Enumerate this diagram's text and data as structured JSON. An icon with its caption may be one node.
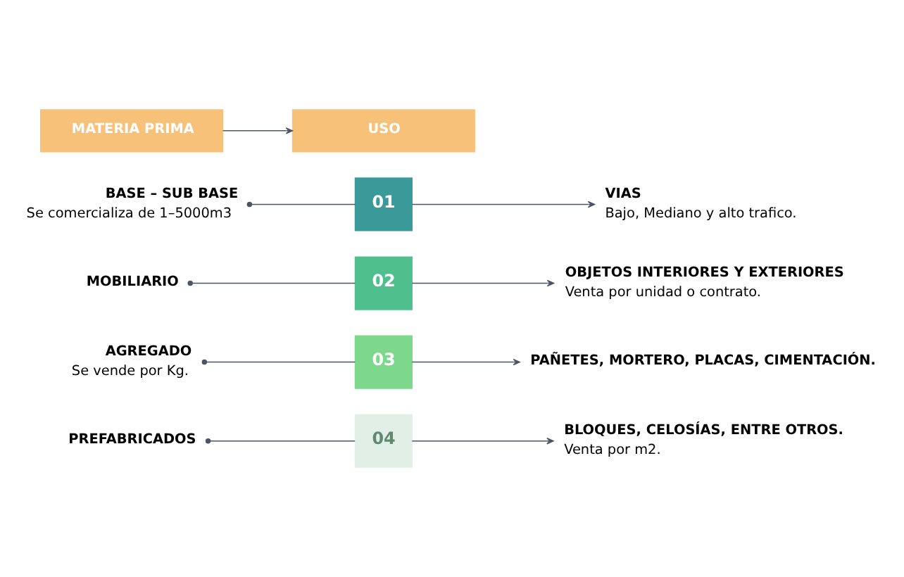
{
  "diagram": {
    "nodes": [
      {
        "text": [
          "MATERIA PRIMA"
        ]
      },
      {
        "text": [
          "USO"
        ]
      },
      {
        "text": [
          "BASE – SUB BASE",
          "Se comercializa de 1–5000m3"
        ]
      },
      {
        "text": [
          "01"
        ]
      },
      {
        "text": [
          "VIAS",
          "Bajo, Mediano y alto trafico."
        ]
      },
      {
        "text": [
          "MOBILIARIO"
        ]
      },
      {
        "text": [
          "02"
        ]
      },
      {
        "text": [
          "OBJETOS INTERIORES Y EXTERIORES",
          "Venta por unidad o contrato."
        ]
      },
      {
        "text": [
          "AGREGADO",
          "Se vende por Kg."
        ]
      },
      {
        "text": [
          "03"
        ]
      },
      {
        "text": [
          "PAÑETES, MORTERO, PLACAS, CIMENTACIÓN."
        ]
      },
      {
        "text": [
          "PREFABRICADOS"
        ]
      },
      {
        "text": [
          "04"
        ]
      },
      {
        "text": [
          "BLOQUES, CELOSÍAS, ENTRE OTROS.",
          "Venta por m2."
        ]
      }
    ],
    "edges": [
      {
        "from": 0,
        "to": 1,
        "arrow": "to"
      },
      {
        "from": 2,
        "to": 3,
        "arrow": "other"
      },
      {
        "from": 3,
        "to": 4,
        "arrow": "to"
      },
      {
        "from": 5,
        "to": 6,
        "arrow": "other"
      },
      {
        "from": 6,
        "to": 7,
        "arrow": "to"
      },
      {
        "from": 8,
        "to": 9,
        "arrow": "other"
      },
      {
        "from": 9,
        "to": 10,
        "arrow": "to"
      },
      {
        "from": 11,
        "to": 12,
        "arrow": "other"
      },
      {
        "from": 12,
        "to": 13,
        "arrow": "to"
      }
    ]
  }
}
